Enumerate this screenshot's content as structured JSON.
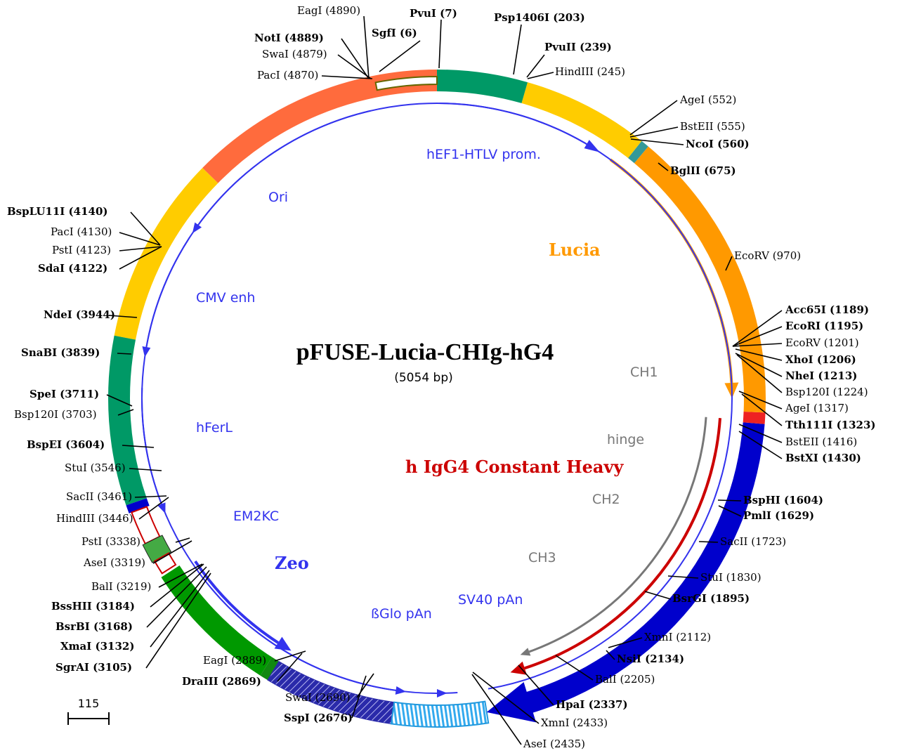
{
  "title": "pFUSE-Lucia-CHIg-hG4",
  "subtitle": "(5054 bp)",
  "scale_label": "115",
  "sites": [
    {
      "name": "EagI",
      "pos": "(4890)",
      "bold": false
    },
    {
      "name": "NotI",
      "pos": "(4889)",
      "bold": true
    },
    {
      "name": "SwaI",
      "pos": "(4879)",
      "bold": false
    },
    {
      "name": "PacI",
      "pos": "(4870)",
      "bold": false
    },
    {
      "name": "SgfI",
      "pos": "(6)",
      "bold": true
    },
    {
      "name": "PvuI",
      "pos": "(7)",
      "bold": true
    },
    {
      "name": "Psp1406I",
      "pos": "(203)",
      "bold": true
    },
    {
      "name": "PvuII",
      "pos": "(239)",
      "bold": true
    },
    {
      "name": "HindIII",
      "pos": "(245)",
      "bold": false
    },
    {
      "name": "AgeI",
      "pos": "(552)",
      "bold": false
    },
    {
      "name": "BstEII",
      "pos": "(555)",
      "bold": false
    },
    {
      "name": "NcoI",
      "pos": "(560)",
      "bold": true
    },
    {
      "name": "BglII",
      "pos": "(675)",
      "bold": true
    },
    {
      "name": "EcoRV",
      "pos": "(970)",
      "bold": false
    },
    {
      "name": "Acc65I",
      "pos": "(1189)",
      "bold": true
    },
    {
      "name": "EcoRI",
      "pos": "(1195)",
      "bold": true
    },
    {
      "name": "EcoRV",
      "pos": "(1201)",
      "bold": false
    },
    {
      "name": "XhoI",
      "pos": "(1206)",
      "bold": true
    },
    {
      "name": "NheI",
      "pos": "(1213)",
      "bold": true
    },
    {
      "name": "Bsp120I",
      "pos": "(1224)",
      "bold": false
    },
    {
      "name": "AgeI",
      "pos": "(1317)",
      "bold": false
    },
    {
      "name": "Tth111I",
      "pos": "(1323)",
      "bold": true
    },
    {
      "name": "BstEII",
      "pos": "(1416)",
      "bold": false
    },
    {
      "name": "BstXI",
      "pos": "(1430)",
      "bold": true
    },
    {
      "name": "BspHI",
      "pos": "(1604)",
      "bold": true
    },
    {
      "name": "PmlI",
      "pos": "(1629)",
      "bold": true
    },
    {
      "name": "SacII",
      "pos": "(1723)",
      "bold": false
    },
    {
      "name": "StuI",
      "pos": "(1830)",
      "bold": false
    },
    {
      "name": "BsrGI",
      "pos": "(1895)",
      "bold": true
    },
    {
      "name": "XmnI",
      "pos": "(2112)",
      "bold": false
    },
    {
      "name": "NsiI",
      "pos": "(2134)",
      "bold": true
    },
    {
      "name": "BalI",
      "pos": "(2205)",
      "bold": false
    },
    {
      "name": "HpaI",
      "pos": "(2337)",
      "bold": true
    },
    {
      "name": "XmnI",
      "pos": "(2433)",
      "bold": false
    },
    {
      "name": "AseI",
      "pos": "(2435)",
      "bold": false
    },
    {
      "name": "SwaI",
      "pos": "(2690)",
      "bold": false
    },
    {
      "name": "SspI",
      "pos": "(2676)",
      "bold": true
    },
    {
      "name": "EagI",
      "pos": "(2889)",
      "bold": false
    },
    {
      "name": "DraIII",
      "pos": "(2869)",
      "bold": true
    },
    {
      "name": "SgrAI",
      "pos": "(3105)",
      "bold": true
    },
    {
      "name": "XmaI",
      "pos": "(3132)",
      "bold": true
    },
    {
      "name": "BsrBI",
      "pos": "(3168)",
      "bold": true
    },
    {
      "name": "BssHII",
      "pos": "(3184)",
      "bold": true
    },
    {
      "name": "BalI",
      "pos": "(3219)",
      "bold": false
    },
    {
      "name": "AseI",
      "pos": "(3319)",
      "bold": false
    },
    {
      "name": "PstI",
      "pos": "(3338)",
      "bold": false
    },
    {
      "name": "HindIII",
      "pos": "(3446)",
      "bold": false
    },
    {
      "name": "SacII",
      "pos": "(3461)",
      "bold": false
    },
    {
      "name": "StuI",
      "pos": "(3546)",
      "bold": false
    },
    {
      "name": "BspEI",
      "pos": "(3604)",
      "bold": true
    },
    {
      "name": "Bsp120I",
      "pos": "(3703)",
      "bold": false
    },
    {
      "name": "SpeI",
      "pos": "(3711)",
      "bold": true
    },
    {
      "name": "SnaBI",
      "pos": "(3839)",
      "bold": true
    },
    {
      "name": "NdeI",
      "pos": "(3944)",
      "bold": true
    },
    {
      "name": "SdaI",
      "pos": "(4122)",
      "bold": true
    },
    {
      "name": "PstI",
      "pos": "(4123)",
      "bold": false
    },
    {
      "name": "PacI",
      "pos": "(4130)",
      "bold": false
    },
    {
      "name": "BspLU11I",
      "pos": "(4140)",
      "bold": true
    }
  ],
  "features": [
    {
      "label": "hEF1-HTLV prom.",
      "color": "#3333ee"
    },
    {
      "label": "Lucia",
      "color": "#ff9900"
    },
    {
      "label": "CH1",
      "color": "#777777"
    },
    {
      "label": "hinge",
      "color": "#777777"
    },
    {
      "label": "h IgG4 Constant Heavy",
      "color": "#cc0000"
    },
    {
      "label": "CH2",
      "color": "#777777"
    },
    {
      "label": "CH3",
      "color": "#777777"
    },
    {
      "label": "SV40 pAn",
      "color": "#3333ee"
    },
    {
      "label": "ßGlo pAn",
      "color": "#3333ee"
    },
    {
      "label": "Zeo",
      "color": "#3333ee"
    },
    {
      "label": "EM2KC",
      "color": "#3333ee"
    },
    {
      "label": "hFerL",
      "color": "#3333ee"
    },
    {
      "label": "CMV enh",
      "color": "#3333ee"
    },
    {
      "label": "Ori",
      "color": "#3333ee"
    }
  ]
}
